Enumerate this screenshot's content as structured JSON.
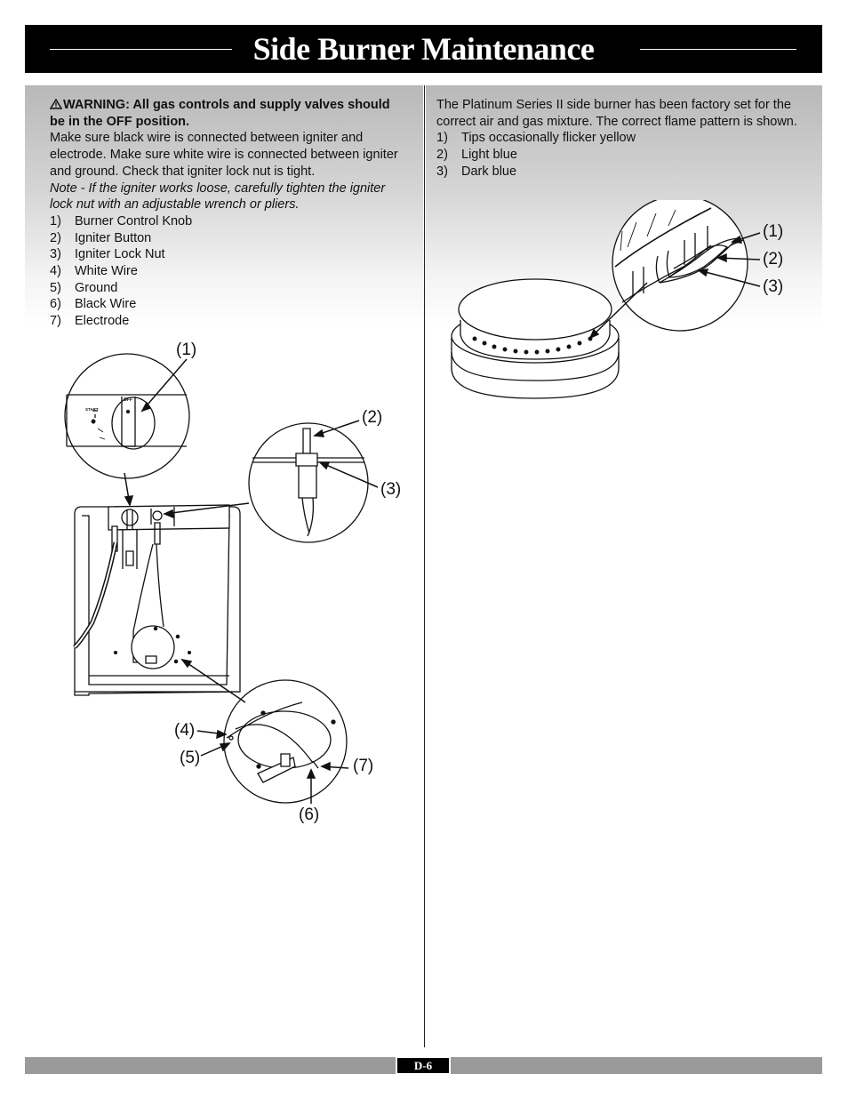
{
  "header": {
    "title": "Side Burner Maintenance"
  },
  "left": {
    "warning": "WARNING: All gas controls and supply valves should be in the OFF position.",
    "body_lines": [
      "Make sure black wire is connected between igniter and electrode. Make sure white wire is connected between igniter and ground. Check that igniter lock nut is tight."
    ],
    "note": "Note -  If the igniter works loose, carefully tighten the igniter lock nut with an adjustable wrench or pliers.",
    "items": [
      {
        "num": "1)",
        "label": "Burner Control Knob"
      },
      {
        "num": "2)",
        "label": "Igniter Button"
      },
      {
        "num": "3)",
        "label": "Igniter Lock Nut"
      },
      {
        "num": "4)",
        "label": "White Wire"
      },
      {
        "num": "5)",
        "label": "Ground"
      },
      {
        "num": "6)",
        "label": "Black Wire"
      },
      {
        "num": "7)",
        "label": "Electrode"
      }
    ],
    "figure": {
      "callouts": [
        "(1)",
        "(2)",
        "(3)",
        "(4)",
        "(5)",
        "(6)",
        "(7)"
      ],
      "panel_off": "OFF",
      "panel_start": "START"
    }
  },
  "right": {
    "intro": "The Platinum Series II side burner has been factory set for the correct air and gas mixture. The correct flame pattern is shown.",
    "items": [
      {
        "num": "1)",
        "label": "Tips occasionally flicker yellow"
      },
      {
        "num": "2)",
        "label": "Light blue"
      },
      {
        "num": "3)",
        "label": "Dark blue"
      }
    ],
    "figure": {
      "callouts": [
        "(1)",
        "(2)",
        "(3)"
      ]
    }
  },
  "footer": {
    "page": "D-6"
  },
  "icons": {
    "warning": "warning-triangle-icon"
  },
  "colors": {
    "header_bg": "#000000",
    "footer_bar": "#9a9a9a"
  }
}
